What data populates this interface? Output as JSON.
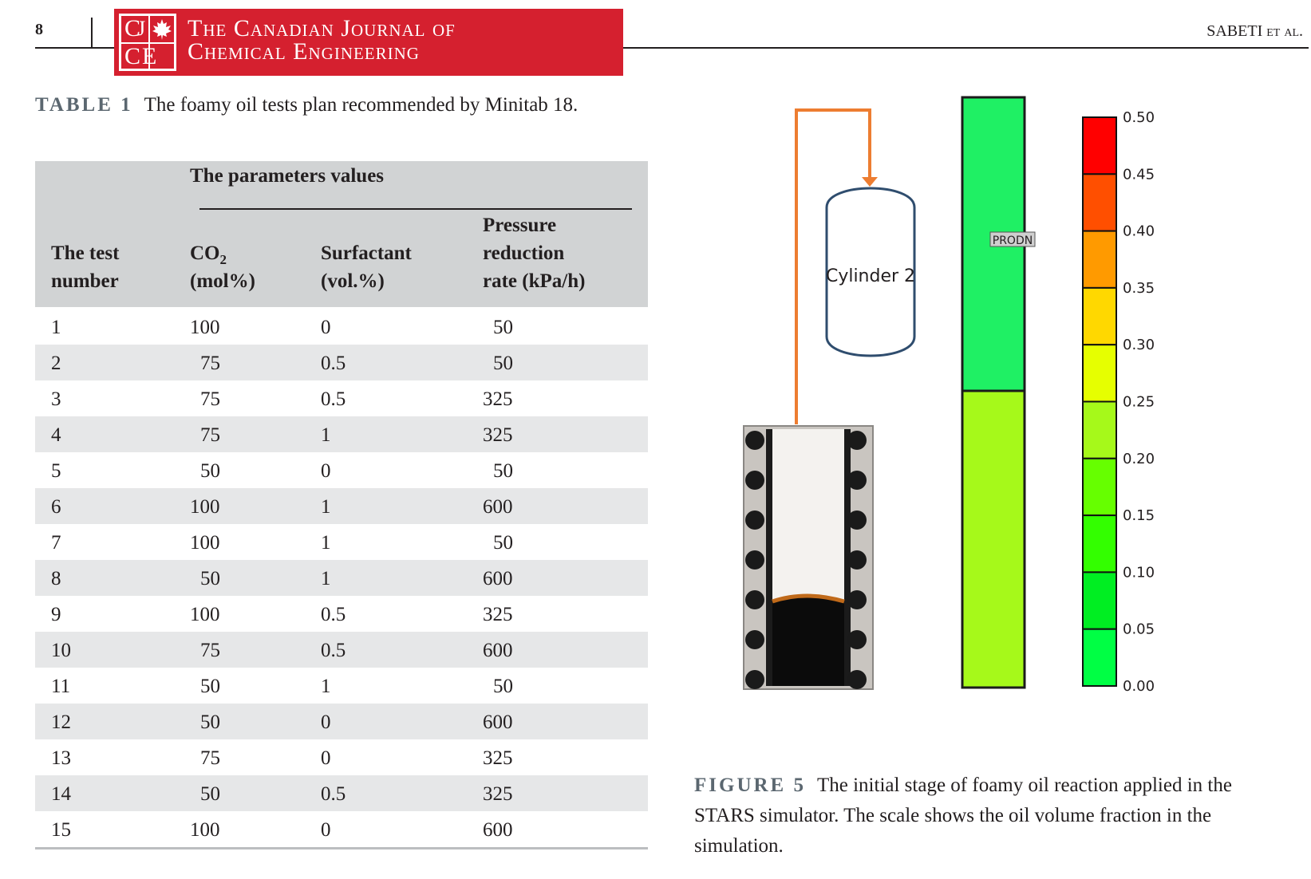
{
  "header": {
    "page_number": "8",
    "journal_logo_letters": [
      "C",
      "J",
      "C",
      "E"
    ],
    "journal_title_line1": "The Canadian Journal of",
    "journal_title_line2": "Chemical Engineering",
    "running_head_name": "SABETI",
    "running_head_suffix": "et al."
  },
  "table": {
    "label": "TABLE 1",
    "caption": "The foamy oil tests plan recommended by Minitab 18.",
    "group_header": "The parameters values",
    "col_test_line1": "The test",
    "col_test_line2": "number",
    "col_co2_line1": "CO",
    "col_co2_sub": "2",
    "col_co2_line2": "(mol%)",
    "col_surf_line1": "Surfactant",
    "col_surf_line2": "(vol.%)",
    "col_press_line1": "Pressure",
    "col_press_line2": "reduction",
    "col_press_line3": "rate (kPa/h)",
    "rows": [
      [
        "1",
        "100",
        "0",
        "50"
      ],
      [
        "2",
        "75",
        "0.5",
        "50"
      ],
      [
        "3",
        "75",
        "0.5",
        "325"
      ],
      [
        "4",
        "75",
        "1",
        "325"
      ],
      [
        "5",
        "50",
        "0",
        "50"
      ],
      [
        "6",
        "100",
        "1",
        "600"
      ],
      [
        "7",
        "100",
        "1",
        "50"
      ],
      [
        "8",
        "50",
        "1",
        "600"
      ],
      [
        "9",
        "100",
        "0.5",
        "325"
      ],
      [
        "10",
        "75",
        "0.5",
        "600"
      ],
      [
        "11",
        "50",
        "1",
        "50"
      ],
      [
        "12",
        "50",
        "0",
        "600"
      ],
      [
        "13",
        "75",
        "0",
        "325"
      ],
      [
        "14",
        "50",
        "0.5",
        "325"
      ],
      [
        "15",
        "100",
        "0",
        "600"
      ]
    ]
  },
  "figure": {
    "label": "FIGURE 5",
    "caption": "The initial stage of foamy oil reaction applied in the STARS simulator. The scale shows the oil volume fraction in the simulation.",
    "cylinder_label": "Cylinder 2",
    "well_label": "PRODN",
    "arrow_color": "#ed7d31",
    "column_colors": {
      "upper": "#1ff064",
      "lower": "#a6f91a"
    },
    "scale_ticks": [
      "0.50",
      "0.45",
      "0.40",
      "0.35",
      "0.30",
      "0.25",
      "0.20",
      "0.15",
      "0.10",
      "0.05",
      "0.00"
    ],
    "scale_colors": [
      "#ff0000",
      "#ff4f00",
      "#ff9a00",
      "#ffd800",
      "#e6ff00",
      "#a6f91a",
      "#66ff00",
      "#33ff00",
      "#00ee22",
      "#00ff44",
      "#11ff66"
    ]
  }
}
